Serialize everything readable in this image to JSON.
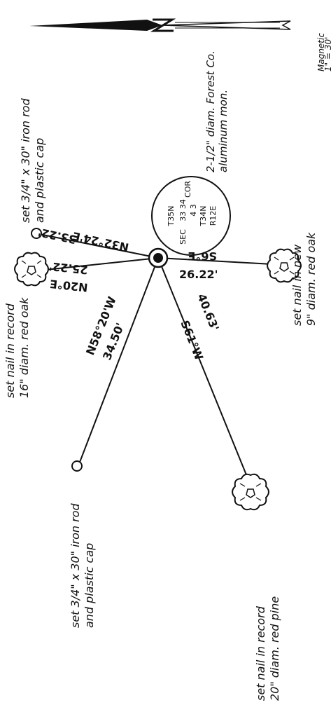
{
  "north_arrow": {
    "label_line1": "Magnetic",
    "label_line2": "1\" = 30'"
  },
  "monument": {
    "description_line1": "2-1/2\" diam. Forest Co.",
    "description_line2": "aluminum mon.",
    "section_block": {
      "t_north": "T35N",
      "sec": "SEC",
      "top_numbers": "33 34",
      "cor": "COR",
      "bottom_numbers": "4 3",
      "t_south": "T34N",
      "range": "R12E"
    }
  },
  "witnesses": [
    {
      "id": "upper-rod",
      "line1": "set 3/4\" x 30\" iron rod",
      "line2": "and plastic cap",
      "bearing": "N32°24'E",
      "distance": "33.22'"
    },
    {
      "id": "upper-oak",
      "line1": "set nail in record",
      "line2": "16\" diam. red oak",
      "bearing": "N20°E",
      "distance": "25.22'"
    },
    {
      "id": "right-oak",
      "line1": "set nail in new",
      "line2": "9\" diam. red oak",
      "bearing": "S6°E",
      "distance": "26.22'"
    },
    {
      "id": "lower-rod",
      "line1": "set 3/4\" x 30\" iron rod",
      "line2": "and plastic cap",
      "bearing": "N58°20'W",
      "distance": "34.50'"
    },
    {
      "id": "lower-pine",
      "line1": "set nail in record",
      "line2": "20\" diam. red pine",
      "bearing": "S61°W",
      "distance": "40.63'"
    }
  ]
}
